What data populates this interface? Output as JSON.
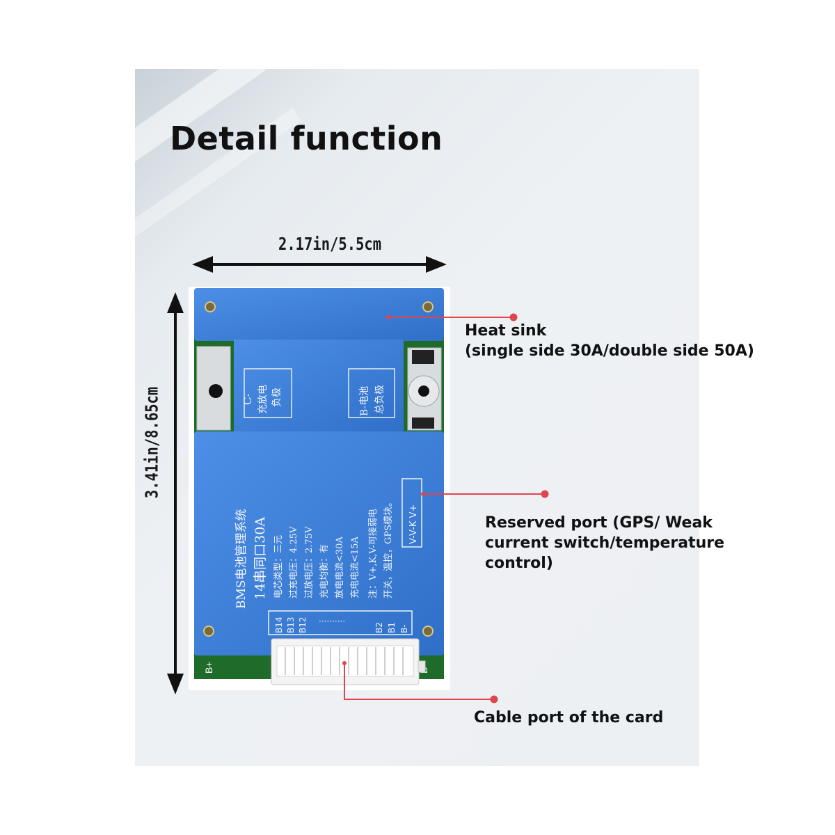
{
  "title": "Detail function",
  "dimensions": {
    "width_label": "2.17in/5.5cm",
    "height_label": "3.41in/8.65cm"
  },
  "callouts": [
    {
      "label": "Heat sink\n(single side 30A/double side 50A)"
    },
    {
      "label": "Reserved port (GPS/ Weak\ncurrent switch/temperature\ncontrol)"
    },
    {
      "label": "Cable port of the card"
    }
  ],
  "board": {
    "c_minus_label": "C-",
    "c_minus_sub1": "充放电",
    "c_minus_sub2": "负极",
    "b_minus_label": "B-电池",
    "b_minus_sub": "总负极",
    "heading": "BMS电池管理系统",
    "subheading": "14串同口30A",
    "spec_lines": [
      "电芯类型：三元",
      "过充电压：4.25V",
      "过放电压：2.75V",
      "充电均衡：有",
      "放电电流<30A",
      "充电电流<15A",
      "注：V+,K,V-可接弱电",
      "开关，温控，GPS模块。"
    ],
    "port_label": "V-V-K V+",
    "pins": [
      "B14",
      "B13",
      "B12",
      "··········",
      "B2",
      "B1",
      "B-"
    ],
    "pcb_b_plus": "B+",
    "pcb_b_minus": "B-"
  },
  "colors": {
    "heatsink": "#3d7fd9",
    "pcb": "#1f6b2a",
    "callout_line": "#e0454f",
    "connector": "#f4f4f4"
  }
}
